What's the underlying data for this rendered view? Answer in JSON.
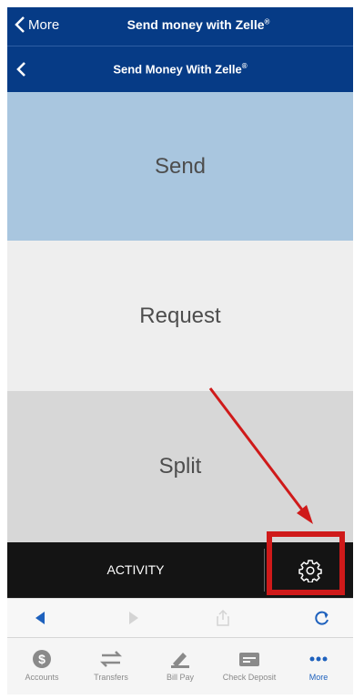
{
  "header": {
    "back_label": "More",
    "title": "Send money with Zelle",
    "registered": "®"
  },
  "sub_header": {
    "title": "Send Money With Zelle",
    "registered": "®"
  },
  "actions": {
    "send": "Send",
    "request": "Request",
    "split": "Split"
  },
  "activity_bar": {
    "activity_label": "ACTIVITY"
  },
  "tabs": [
    {
      "label": "Accounts",
      "icon": "dollar-icon"
    },
    {
      "label": "Transfers",
      "icon": "transfer-icon"
    },
    {
      "label": "Bill Pay",
      "icon": "bill-pay-icon"
    },
    {
      "label": "Check Deposit",
      "icon": "check-deposit-icon"
    },
    {
      "label": "More",
      "icon": "more-icon"
    }
  ],
  "colors": {
    "header": "#063b86",
    "send_bg": "#a9c6df",
    "request_bg": "#eeeeee",
    "split_bg": "#d7d7d7",
    "activity_bar": "#141414",
    "highlight": "#cf1a1a",
    "active_tab": "#1e61bd"
  }
}
